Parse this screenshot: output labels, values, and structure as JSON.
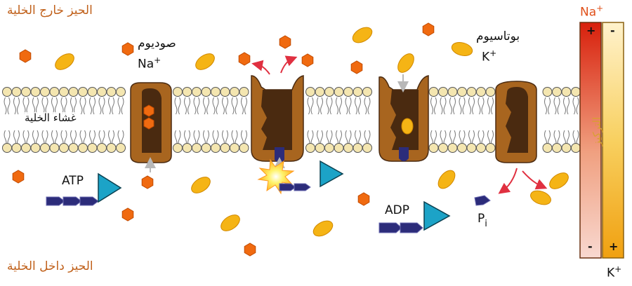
{
  "labels": {
    "outside": "الحيز خارج الخلية",
    "inside": "الحيز داخل الخلية",
    "membrane": "غشاء الخلية",
    "sodium_word": "صوديوم",
    "sodium_symbol": "Na",
    "potassium_word": "بوتاسيوم",
    "potassium_symbol": "K",
    "plus": "+",
    "minus": "-",
    "atp": "ATP",
    "adp": "ADP",
    "pi_main": "P",
    "pi_sub": "i",
    "concentration": "التركيز"
  },
  "colors": {
    "region_text": "#c0601a",
    "sodium_ion": "#f06a10",
    "potassium_ion": "#f5b415",
    "pump_outer": "#a8651f",
    "pump_inner": "#4a2a10",
    "lipid_head": "#f4e6b0",
    "phosphate": "#2c2c7a",
    "triangle": "#1ca3c7",
    "arrow_red": "#e03040",
    "arrow_gray": "#b8b8b8"
  },
  "icons": [
    "sodium-ion-icon",
    "potassium-ion-icon",
    "atp-icon",
    "adp-icon",
    "phosphate-icon",
    "explosion-icon"
  ]
}
